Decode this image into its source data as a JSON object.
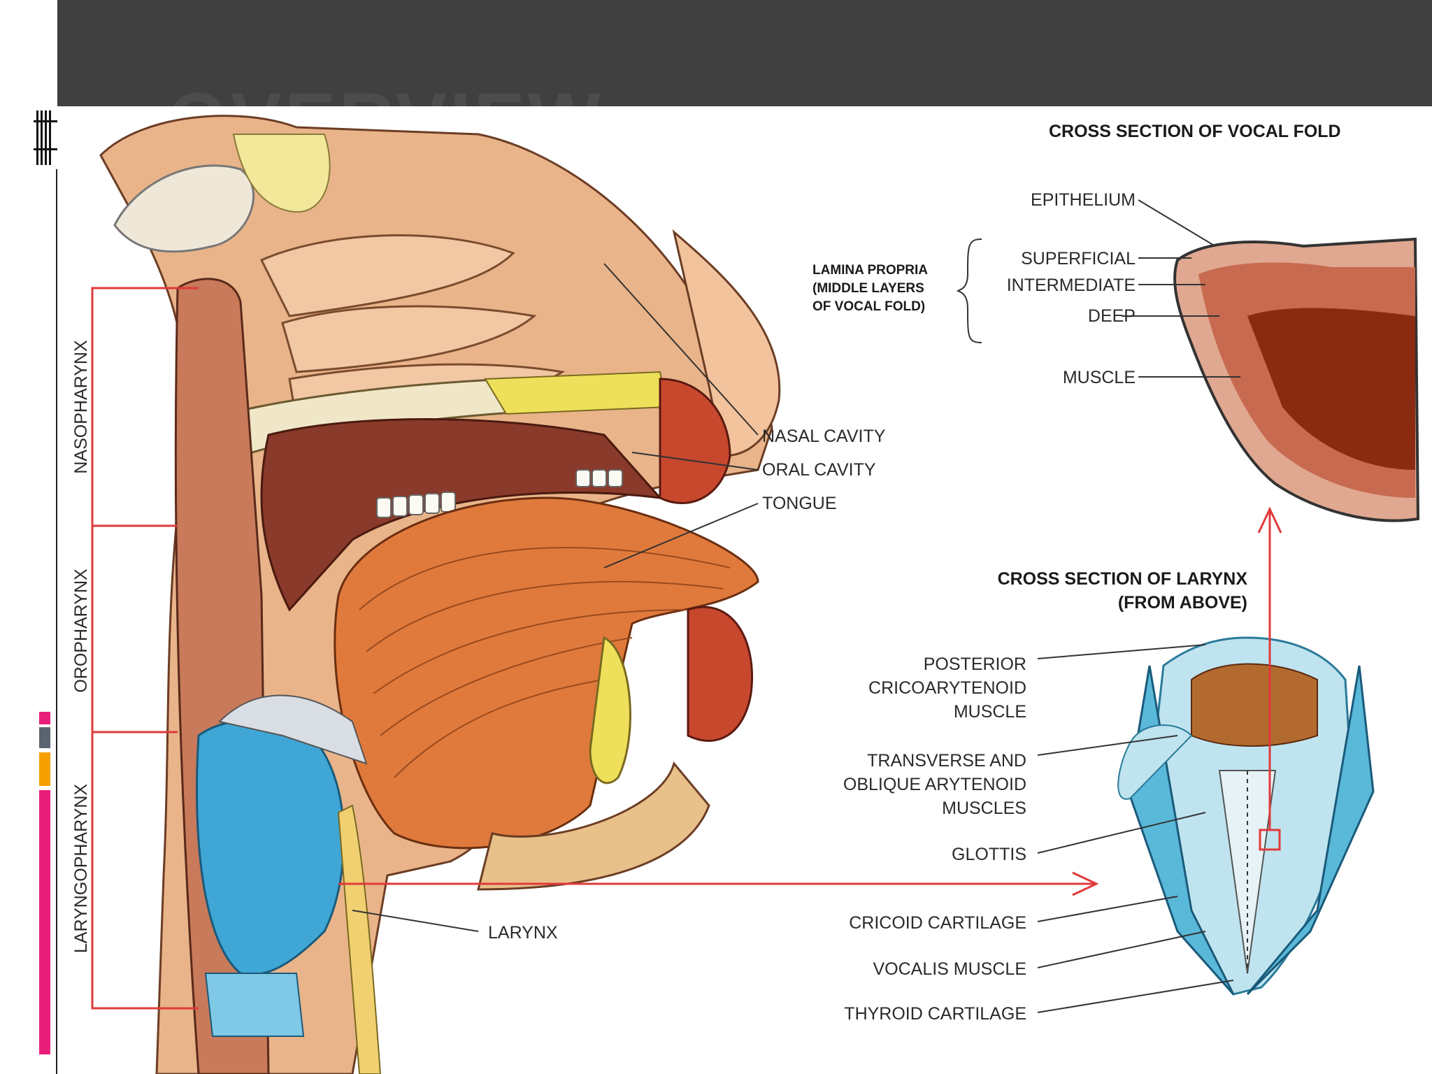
{
  "slide": {
    "title": "OVERVIEW",
    "colors": {
      "header_bar": "#404040",
      "accent_pink": "#e91e7a",
      "accent_orange": "#f5a000",
      "accent_gray": "#5a6470"
    }
  },
  "diagram": {
    "pharynx_regions": [
      "NASOPHARYNX",
      "OROPHARYNX",
      "LARYNGOPHARYNX"
    ],
    "head_labels": {
      "nasal_cavity": "NASAL CAVITY",
      "oral_cavity": "ORAL CAVITY",
      "tongue": "TONGUE",
      "larynx": "LARYNX"
    },
    "vocal_fold": {
      "title": "CROSS  SECTION OF VOCAL FOLD",
      "epithelium": "EPITHELIUM",
      "lamina_propria": [
        "LAMINA PROPRIA",
        "(MIDDLE LAYERS",
        "OF VOCAL FOLD)"
      ],
      "layers": [
        "SUPERFICIAL",
        "INTERMEDIATE",
        "DEEP"
      ],
      "muscle": "MUSCLE"
    },
    "larynx_section": {
      "title": [
        "CROSS  SECTION OF LARYNX",
        "(FROM ABOVE)"
      ],
      "posterior": [
        "POSTERIOR",
        "CRICOARYTENOID",
        "MUSCLE"
      ],
      "transverse": [
        "TRANSVERSE AND",
        "OBLIQUE ARYTENOID",
        "MUSCLES"
      ],
      "glottis": "GLOTTIS",
      "cricoid": "CRICOID CARTILAGE",
      "vocalis": "VOCALIS MUSCLE",
      "thyroid": "THYROID CARTILAGE"
    }
  }
}
